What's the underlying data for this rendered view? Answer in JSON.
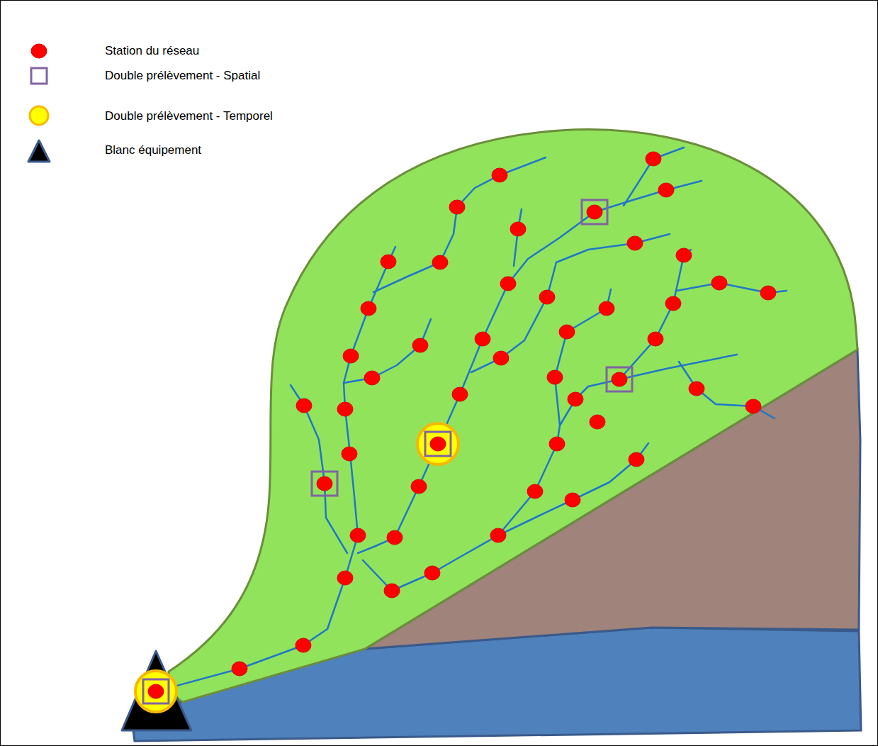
{
  "diagram": {
    "legend": [
      {
        "text": "Station du réseau"
      },
      {
        "text": "Double prélèvement - Spatial"
      },
      {
        "text": "Double prélèvement - Temporel"
      },
      {
        "text": "Blanc équipement"
      }
    ]
  }
}
